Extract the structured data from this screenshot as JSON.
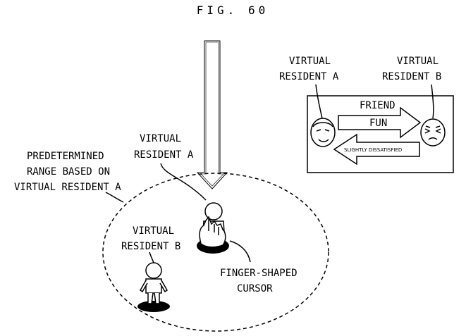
{
  "figure": {
    "title": "FIG. 60"
  },
  "labels": {
    "predetermined_range": [
      "PREDETERMINED",
      "RANGE BASED ON",
      "VIRTUAL RESIDENT A"
    ],
    "resident_a_scene": [
      "VIRTUAL",
      "RESIDENT A"
    ],
    "resident_b_scene": [
      "VIRTUAL",
      "RESIDENT B"
    ],
    "cursor": [
      "FINGER-SHAPED",
      "CURSOR"
    ]
  },
  "relationship_panel": {
    "resident_a": [
      "VIRTUAL",
      "RESIDENT A"
    ],
    "resident_b": [
      "VIRTUAL",
      "RESIDENT B"
    ],
    "relation_label": "FRIEND",
    "a_to_b_feeling": "FUN",
    "b_to_a_feeling": "SLIGHTLY DISSATISFIED"
  },
  "icons": {
    "down_arrow": "down-arrow-icon",
    "finger_cursor": "finger-cursor-icon",
    "resident_a_face": "smiling-face-icon",
    "resident_b_face": "squinting-face-icon"
  }
}
